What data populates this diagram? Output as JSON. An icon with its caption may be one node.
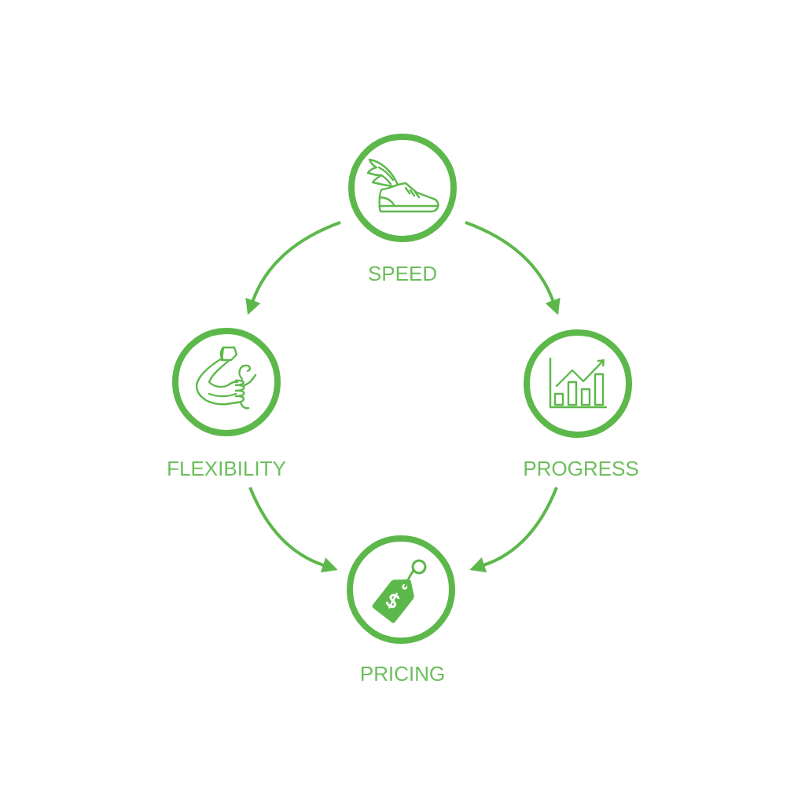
{
  "diagram": {
    "nodes": [
      {
        "text": [
          "SPEED"
        ]
      },
      {
        "text": [
          "FLEXIBILITY"
        ]
      },
      {
        "text": [
          "PROGRESS"
        ]
      },
      {
        "text": [
          "PRICING"
        ]
      }
    ],
    "edges": [
      {
        "from": 0,
        "to": 1,
        "arrow": "to"
      },
      {
        "from": 0,
        "to": 2,
        "arrow": "to"
      },
      {
        "from": 1,
        "to": 3,
        "arrow": "to"
      },
      {
        "from": 2,
        "to": 3,
        "arrow": "to"
      }
    ]
  }
}
